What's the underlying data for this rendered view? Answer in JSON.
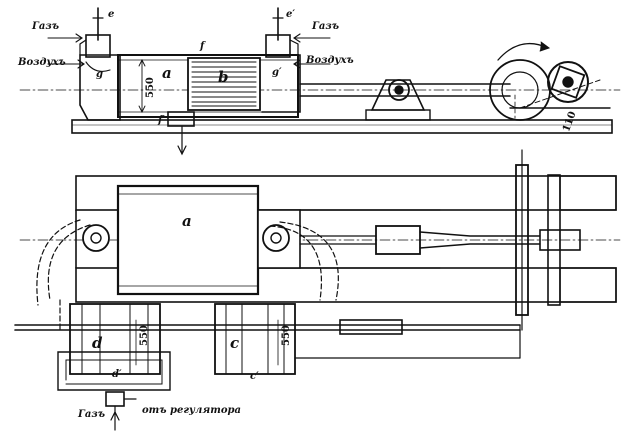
{
  "labels": {
    "gas_left": "Газъ",
    "gas_right": "Газъ",
    "air_left": "Воздухъ",
    "air_right": "Воздухъ",
    "e": "e",
    "e_prime": "e′",
    "f": "f",
    "f_prime": "f′",
    "a_top": "a",
    "b_top": "b",
    "g": "g",
    "g_prime": "g′",
    "a_plan": "a",
    "d": "d",
    "d_prime": "d′",
    "c": "c",
    "c_prime": "c′",
    "gas_bottom": "Газъ",
    "from_regulator": "отъ регулятора",
    "dim_550_top": "550",
    "dim_110": "110",
    "dim_550_d": "550",
    "dim_550_c": "550"
  }
}
